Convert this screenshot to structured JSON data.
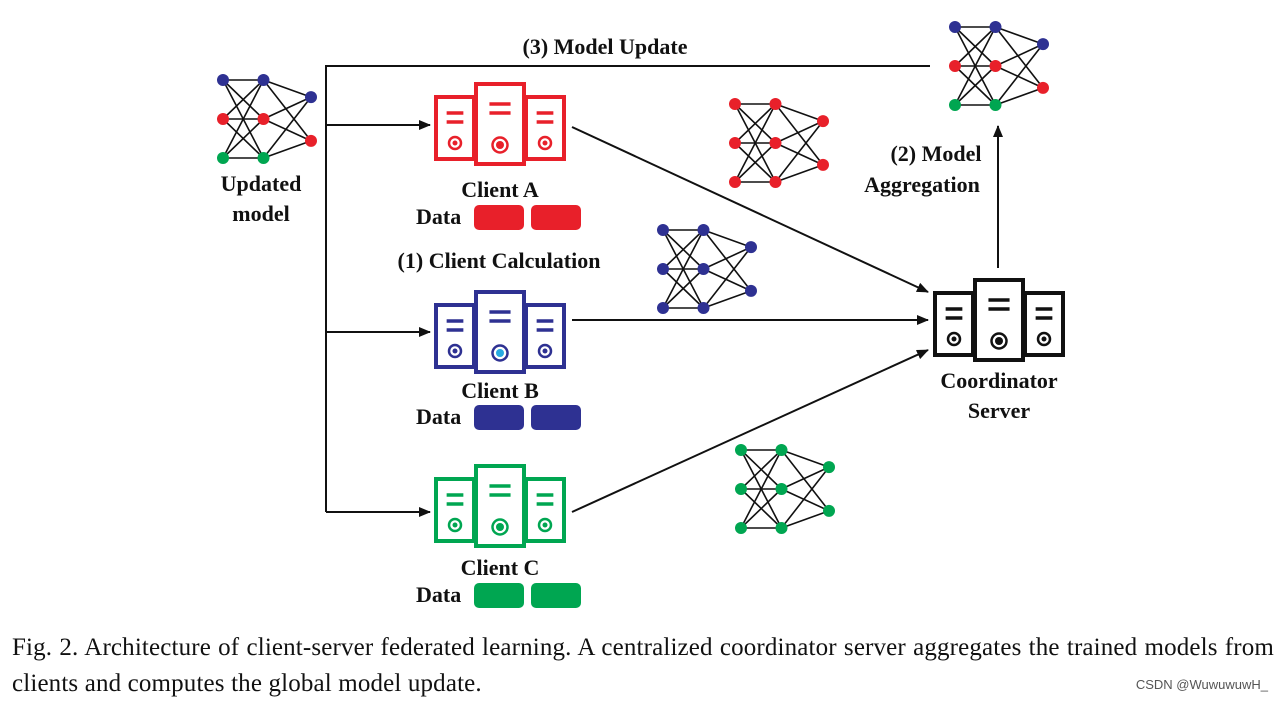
{
  "labels": {
    "model_update": "(3) Model Update",
    "updated_model": [
      "Updated",
      "model"
    ],
    "client_calculation": "(1) Client Calculation",
    "model_aggregation": [
      "(2) Model",
      "Aggregation"
    ],
    "coordinator": [
      "Coordinator",
      "Server"
    ],
    "data": "Data"
  },
  "clients": [
    {
      "key": "a",
      "name": "Client A",
      "color": "#e8202a"
    },
    {
      "key": "b",
      "name": "Client B",
      "color": "#2e3192"
    },
    {
      "key": "c",
      "name": "Client C",
      "color": "#00a651"
    }
  ],
  "colors": {
    "server": "#111111",
    "client_b_light": "#27aae1",
    "node_red": "#e8202a",
    "node_blue": "#2e3192",
    "node_green": "#00a651"
  },
  "caption": "Fig. 2.  Architecture of client-server federated learning. A centralized coordinator server aggregates the trained models from clients and computes the global model update.",
  "watermark": "CSDN @WuwuwuwH_"
}
